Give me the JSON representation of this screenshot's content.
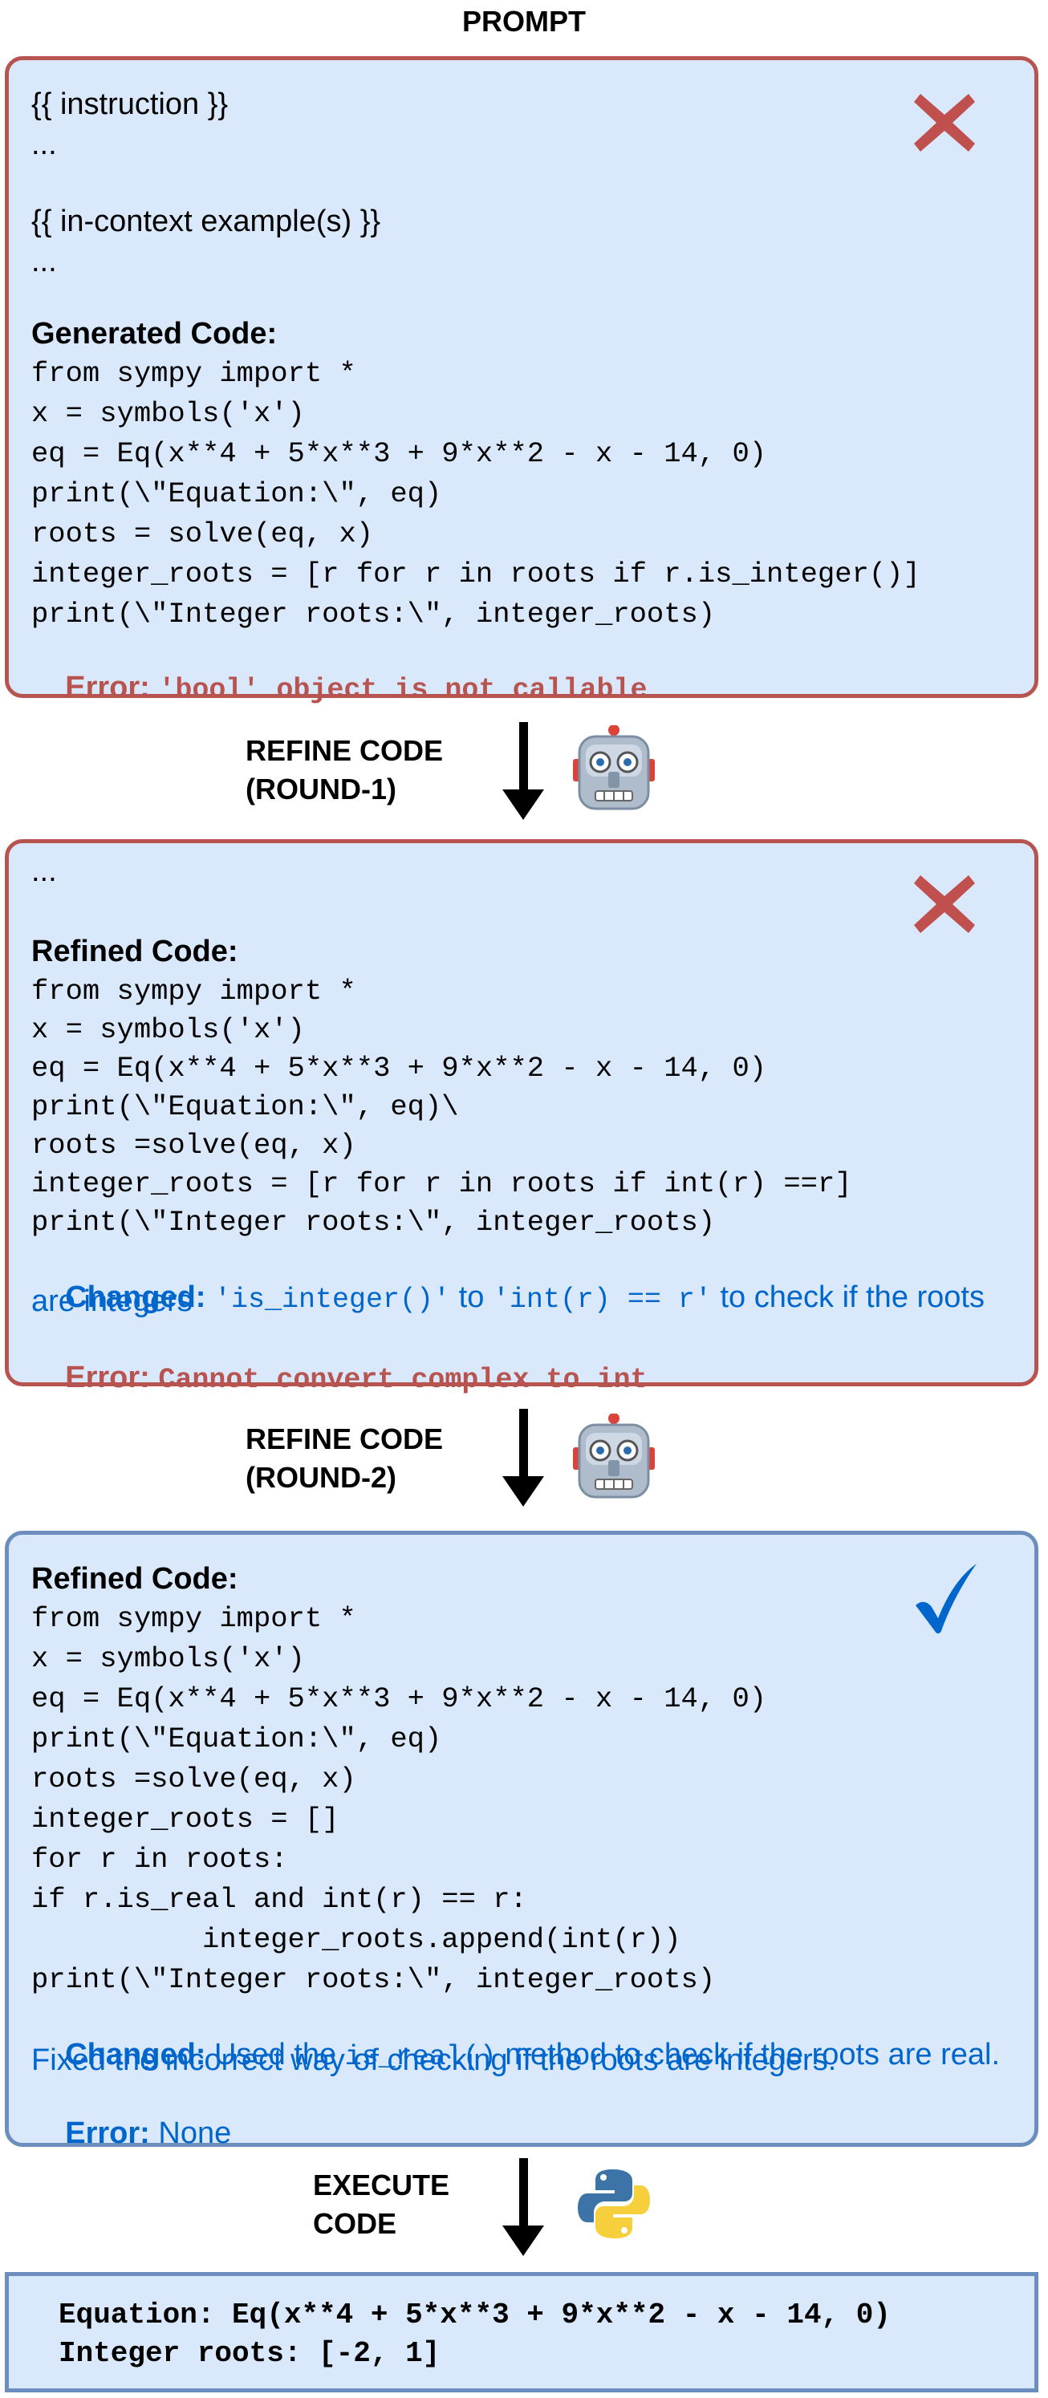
{
  "title": "PROMPT",
  "prompt_box": {
    "instruction": "{{ instruction }}",
    "ellipsis1": "...",
    "examples": "{{ in-context example(s) }}",
    "ellipsis2": "...",
    "heading": "Generated Code:",
    "code": [
      "from sympy import *",
      "x = symbols('x')",
      "eq = Eq(x**4 + 5*x**3 + 9*x**2 - x - 14, 0)",
      "print(\\\"Equation:\\\", eq)",
      "roots = solve(eq, x)",
      "integer_roots = [r for r in roots if r.is_integer()]",
      "print(\\\"Integer roots:\\\", integer_roots)"
    ],
    "error_label": "Error:",
    "error_text": "'bool' object is not callable"
  },
  "step1": {
    "line1": "REFINE CODE",
    "line2": "(ROUND-1)"
  },
  "round1_box": {
    "ellipsis": "...",
    "heading": "Refined Code:",
    "code": [
      "from sympy import *",
      "x = symbols('x')",
      "eq = Eq(x**4 + 5*x**3 + 9*x**2 - x - 14, 0)",
      "print(\\\"Equation:\\\", eq)\\",
      "roots =solve(eq, x)",
      "integer_roots = [r for r in roots if int(r) ==r]",
      "print(\\\"Integer roots:\\\", integer_roots)"
    ],
    "changed_label": "Changed:",
    "changed_code1": "'is_integer()'",
    "changed_to": " to ",
    "changed_code2": "'int(r) == r'",
    "changed_rest": " to check if the roots",
    "changed_line2": "are integers",
    "error_label": "Error:",
    "error_text": "Cannot convert complex to int"
  },
  "step2": {
    "line1": "REFINE CODE",
    "line2": "(ROUND-2)"
  },
  "round2_box": {
    "heading": "Refined Code:",
    "code": [
      "from sympy import *",
      "x = symbols('x')",
      "eq = Eq(x**4 + 5*x**3 + 9*x**2 - x - 14, 0)",
      "print(\\\"Equation:\\\", eq)",
      "roots =solve(eq, x)",
      "integer_roots = []",
      "for r in roots:",
      "if r.is_real and int(r) == r:",
      "          integer_roots.append(int(r))",
      "print(\\\"Integer roots:\\\", integer_roots)"
    ],
    "changed_label": "Changed:",
    "changed_pre": " Used the ",
    "changed_code": "is_real()",
    "changed_post": " method to check if the roots are real.",
    "changed_line2": "Fixed the incorrect way of checking if the roots are integers.",
    "error_label": "Error:",
    "error_text": " None"
  },
  "step3": {
    "line1": "EXECUTE",
    "line2": "CODE"
  },
  "output": {
    "line1": "Equation: Eq(x**4 + 5*x**3 + 9*x**2 - x - 14, 0)",
    "line2": "Integer roots: [-2, 1]"
  },
  "icons": {
    "fail": "cross-icon",
    "success": "checkmark-icon",
    "robot": "robot-icon",
    "python": "python-logo-icon",
    "colors": {
      "fail": "#c0504d",
      "success": "#0066cc",
      "error_text": "#b85450",
      "changed_text": "#0066cc"
    }
  }
}
